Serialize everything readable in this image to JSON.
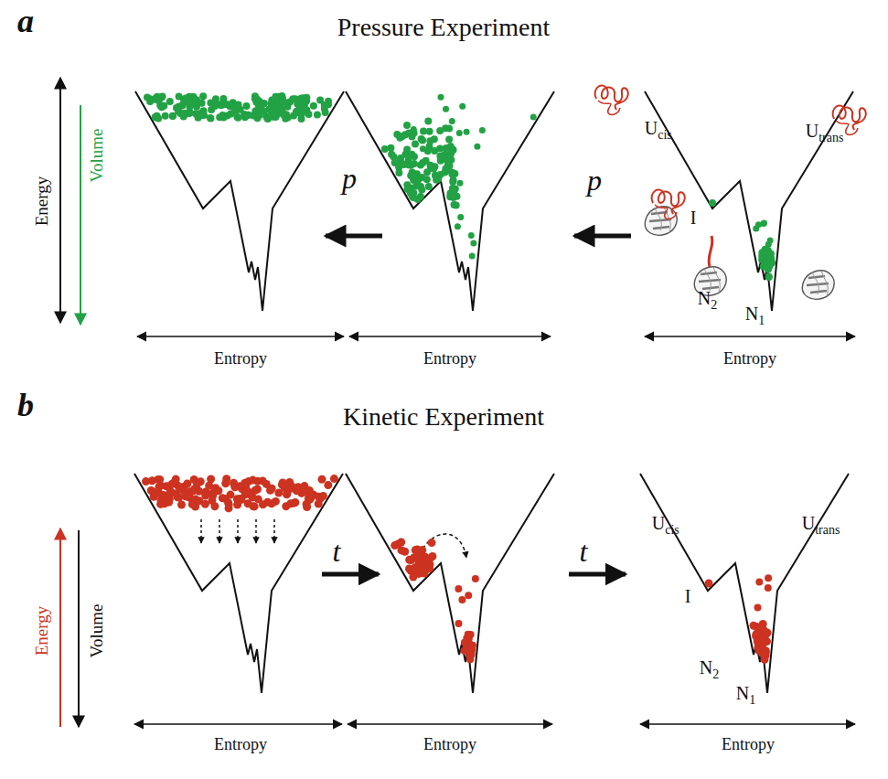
{
  "diagram": {
    "labels": [
      "a",
      "Pressure Experiment",
      "Energy",
      "Volume",
      "p",
      "p",
      "U",
      "cis",
      "U",
      "trans",
      "I",
      "N",
      "2",
      "N",
      "1",
      "Entropy",
      "Entropy",
      "Entropy",
      "b",
      "Kinetic Experiment",
      "Energy",
      "Volume",
      "t",
      "t",
      "U",
      "cis",
      "U",
      "trans",
      "I",
      "N",
      "2",
      "N",
      "1",
      "Entropy",
      "Entropy",
      "Entropy"
    ]
  }
}
